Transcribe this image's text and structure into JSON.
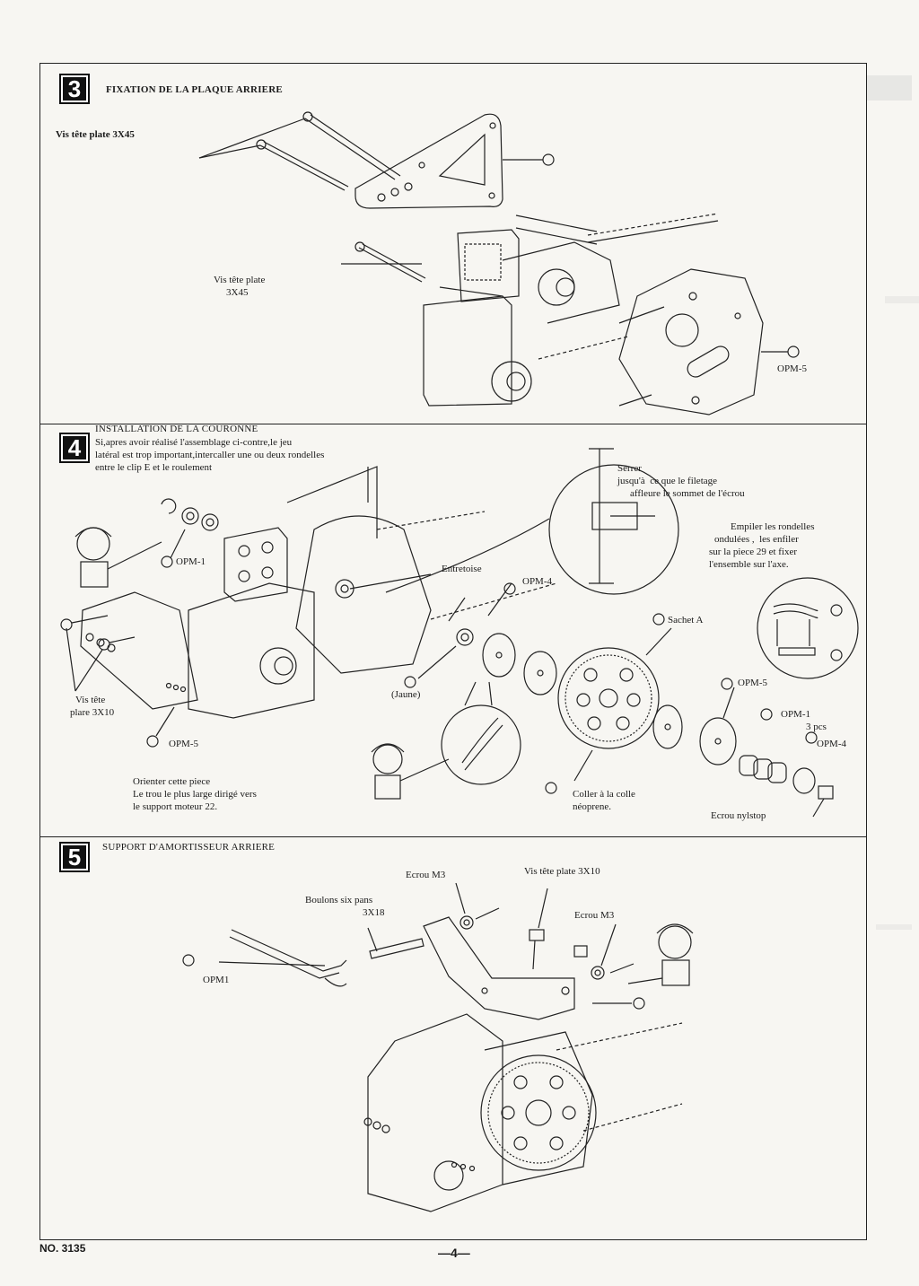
{
  "step3": {
    "number": "3",
    "title": "FIXATION DE LA PLAQUE ARRIERE",
    "screw_top": "Vis tête plate 3X45",
    "screw_mid_line1": "Vis tête plate",
    "screw_mid_line2": "3X45",
    "part_opm": "OPM-5"
  },
  "step4": {
    "number": "4",
    "title": "INSTALLATION DE LA COURONNE",
    "text_line1": "Si,apres avoir réalisé l'assemblage ci-contre,le jeu",
    "text_line2": "latéral est trop important,intercaller une ou deux rondelles",
    "text_line3": "entre le clip E et le roulement",
    "serrer_line1": "Serrer",
    "serrer_line2": "jusqu'à  ce que le filetage",
    "serrer_line3": "affleure le sommet de l'écrou",
    "empiler_line1": "Empiler les rondelles",
    "empiler_line2": "ondulées ,  les enfiler",
    "empiler_line3": "sur la piece 29 et fixer",
    "empiler_line4": "l'ensemble sur l'axe.",
    "opm1_a": "OPM-1",
    "entretoise": "Entretoise",
    "opm4_a": "OPM-4",
    "sachet": "Sachet A",
    "vis_line1": "Vis tête",
    "vis_line2": "plare 3X10",
    "jaune": "(Jaune)",
    "opm5_a": "OPM-5",
    "opm5_b": "OPM-5",
    "opm1_b": "OPM-1",
    "pcs": "3 pcs",
    "opm4_b": "OPM-4",
    "orienter_line1": "Orienter cette piece",
    "orienter_line2": "Le trou le plus large dirigé vers",
    "orienter_line3": "le support moteur 22.",
    "colle_line1": "Coller à la colle",
    "colle_line2": "néoprene.",
    "ecrou_nylstop": "Ecrou nylstop"
  },
  "step5": {
    "number": "5",
    "title": "SUPPORT D'AMORTISSEUR ARRIERE",
    "ecrou_m3_a": "Ecrou M3",
    "vis_plate": "Vis tête plate 3X10",
    "boulons_line1": "Boulons six pans",
    "boulons_line2": "3X18",
    "ecrou_m3_b": "Ecrou M3",
    "opm1": "OPM1"
  },
  "footer": {
    "doc_number": "NO. 3135",
    "page": "—4—"
  }
}
